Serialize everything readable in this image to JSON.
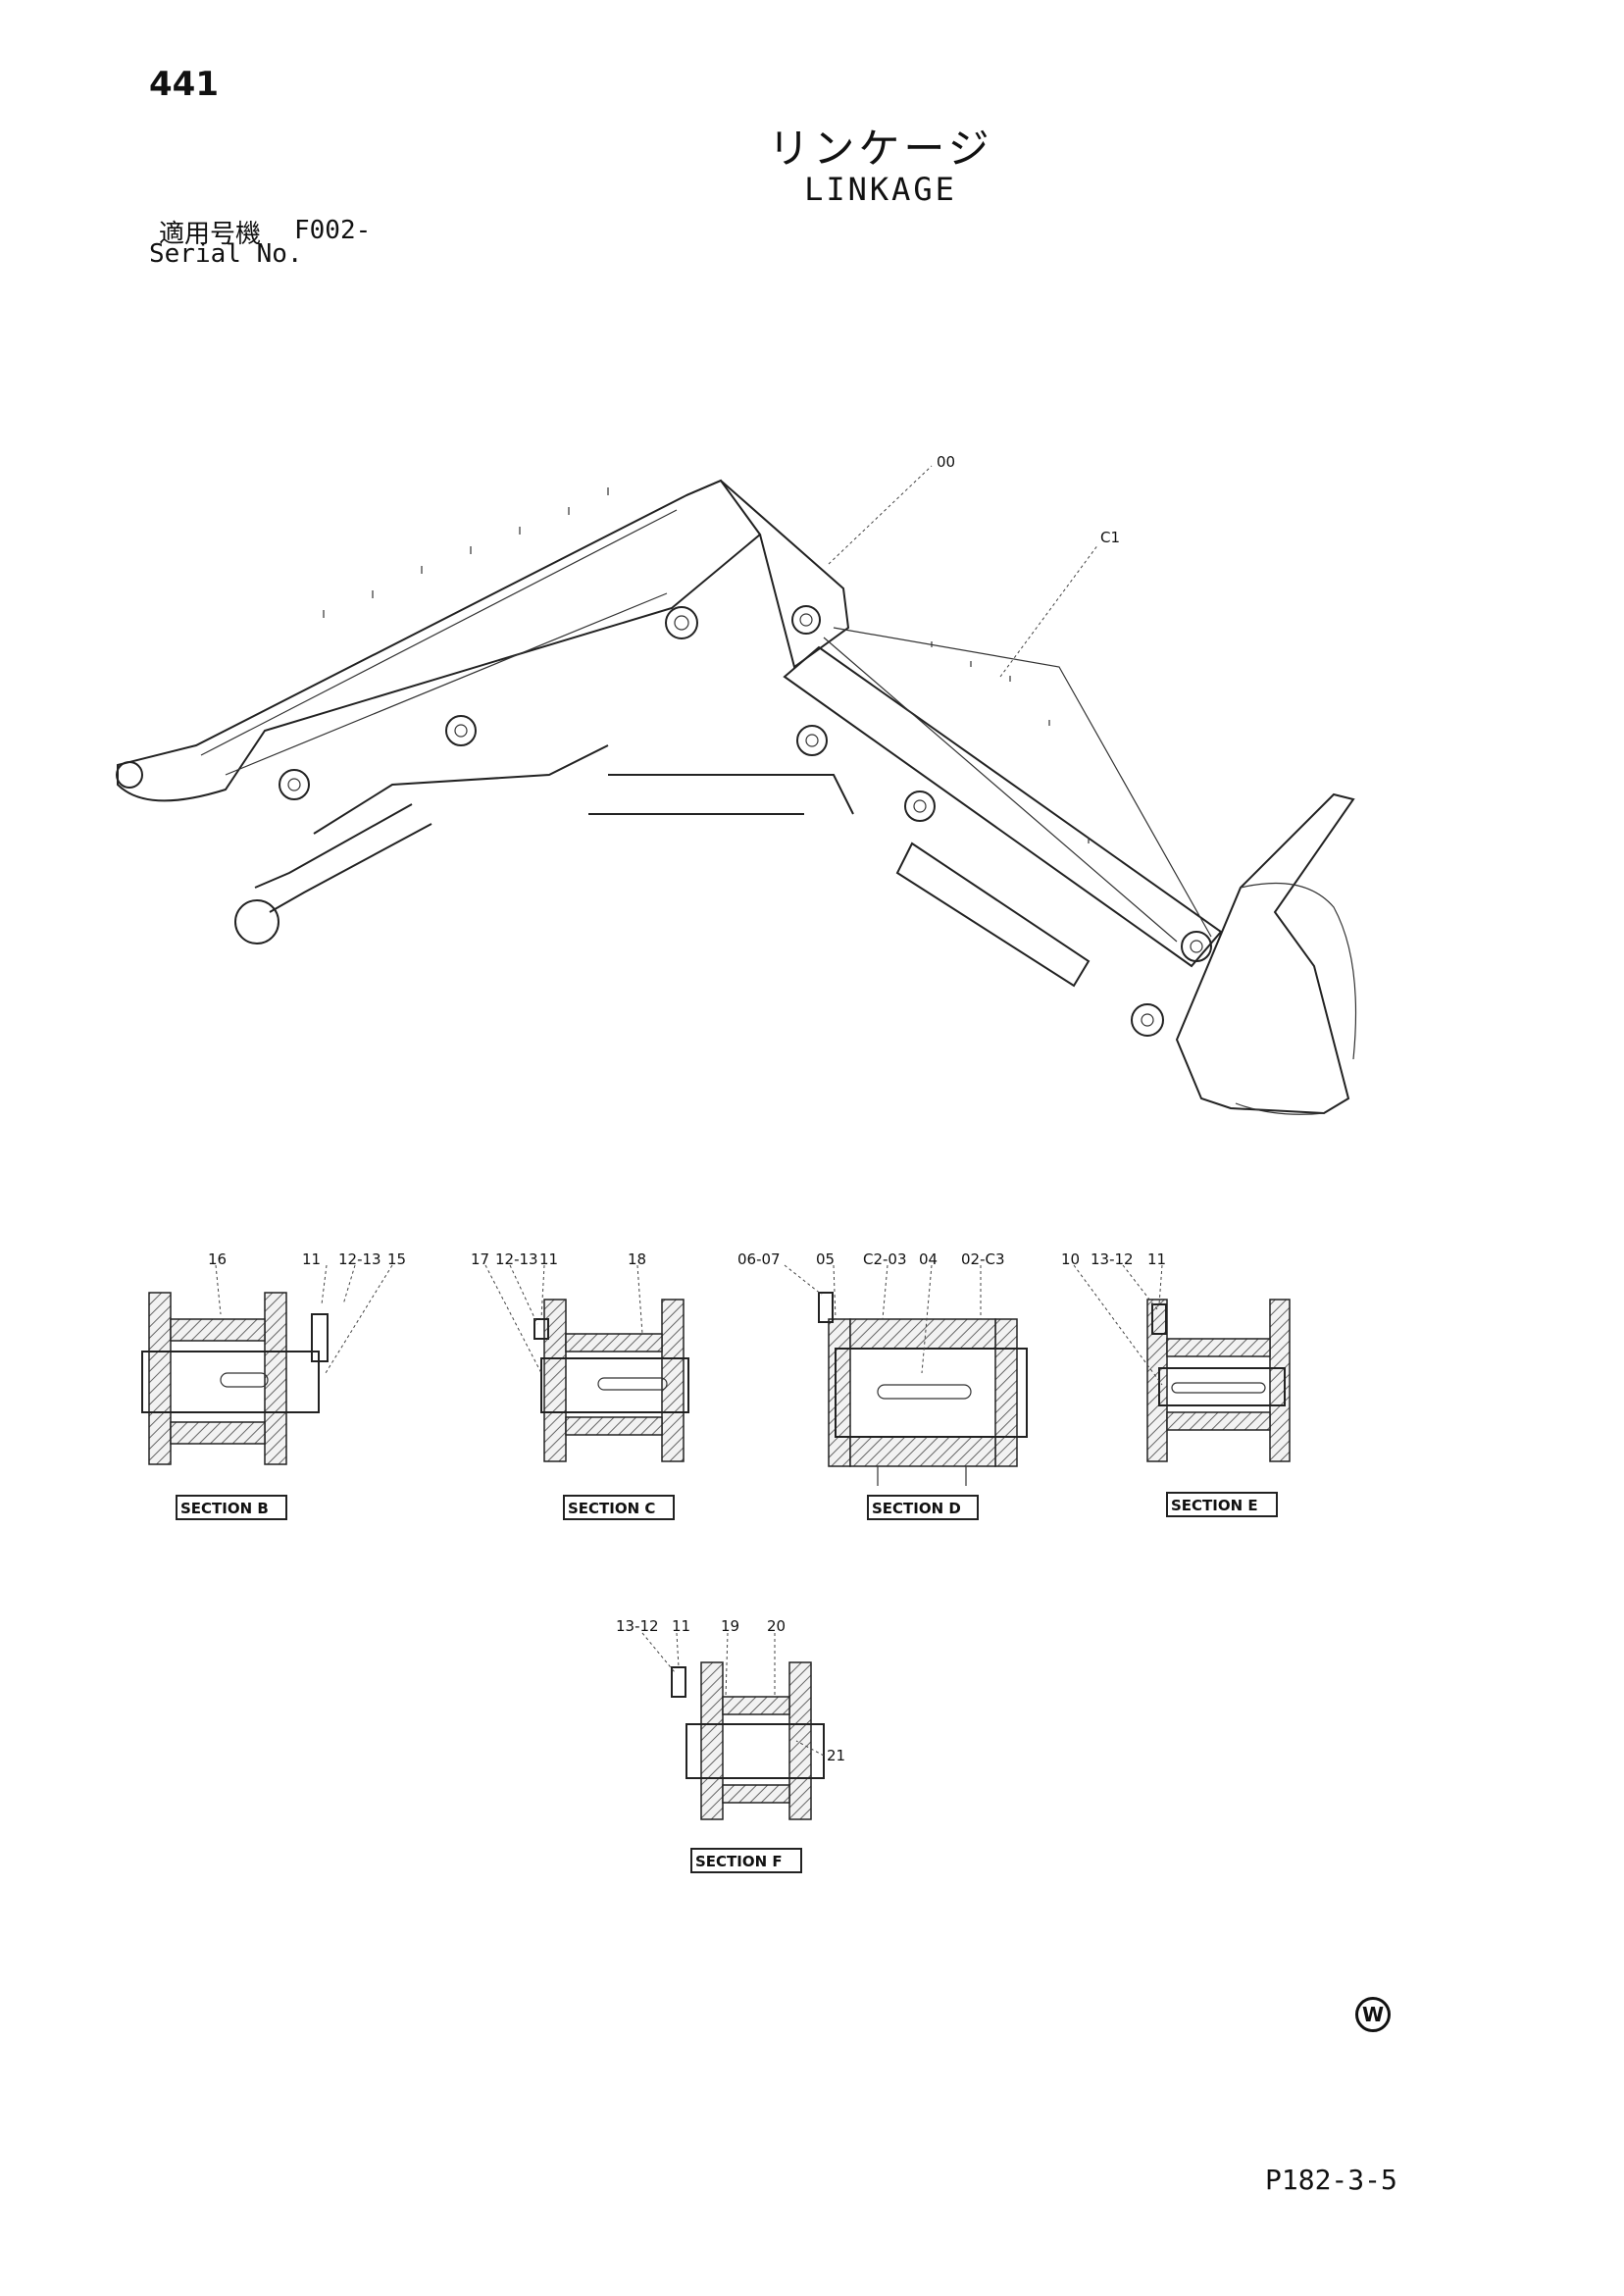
{
  "header": {
    "page_number": "441",
    "title_jp": "リンケージ",
    "title_en": "LINKAGE",
    "serial_label_jp": "適用号機",
    "serial_value": "F002-",
    "serial_label_en": "Serial No."
  },
  "main_view": {
    "callouts": [
      "00",
      "C1"
    ]
  },
  "sections": [
    {
      "label": "SECTION B",
      "callouts": [
        "16",
        "11",
        "12-13",
        "15"
      ]
    },
    {
      "label": "SECTION C",
      "callouts": [
        "17",
        "12-13",
        "11",
        "18"
      ]
    },
    {
      "label": "SECTION D",
      "callouts": [
        "06-07",
        "05",
        "C2-03",
        "04",
        "02-C3"
      ]
    },
    {
      "label": "SECTION E",
      "callouts": [
        "10",
        "13-12",
        "11"
      ]
    },
    {
      "label": "SECTION F",
      "callouts": [
        "13-12",
        "11",
        "19",
        "20",
        "21"
      ]
    }
  ],
  "footer": {
    "mark": "W",
    "doc_code": "P182-3-5"
  }
}
